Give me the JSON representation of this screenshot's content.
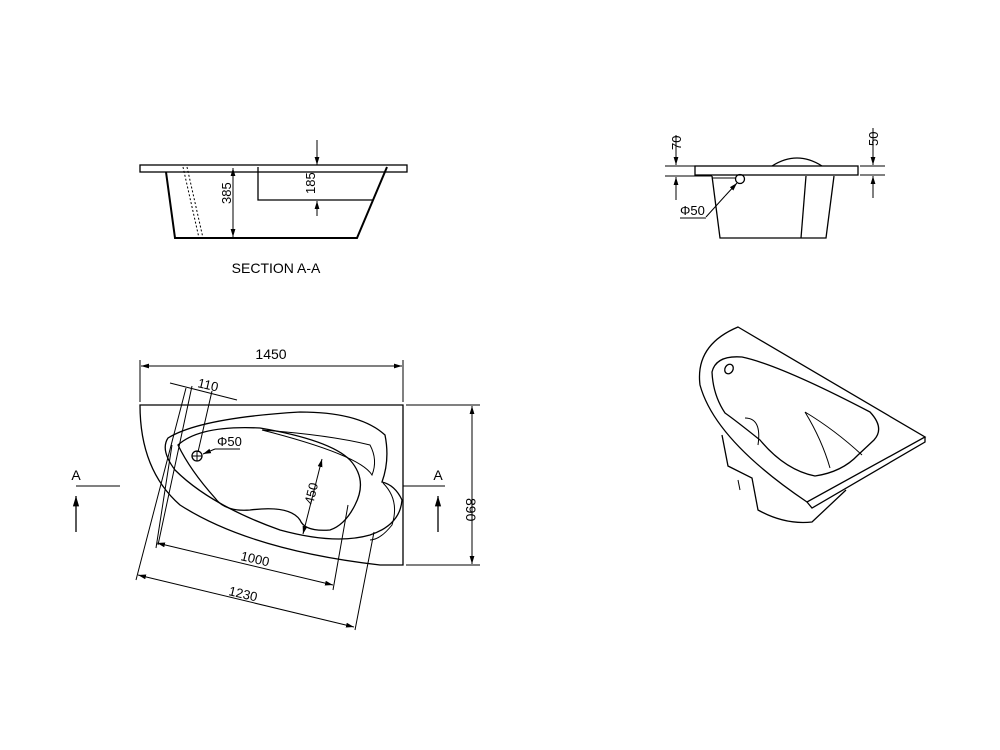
{
  "section_view": {
    "title": "SECTION A-A",
    "dim_depth": "385",
    "dim_step": "185"
  },
  "side_view": {
    "dim_rim_left": "70",
    "dim_rim_right": "50",
    "drain_label": "Φ50"
  },
  "plan_view": {
    "dim_width": "1450",
    "dim_depth": "890",
    "dim_offset": "110",
    "drain_label": "Φ50",
    "dim_basin_width": "450",
    "dim_basin_length": "1000",
    "dim_total_length": "1230",
    "section_marker_left": "A",
    "section_marker_right": "A"
  }
}
